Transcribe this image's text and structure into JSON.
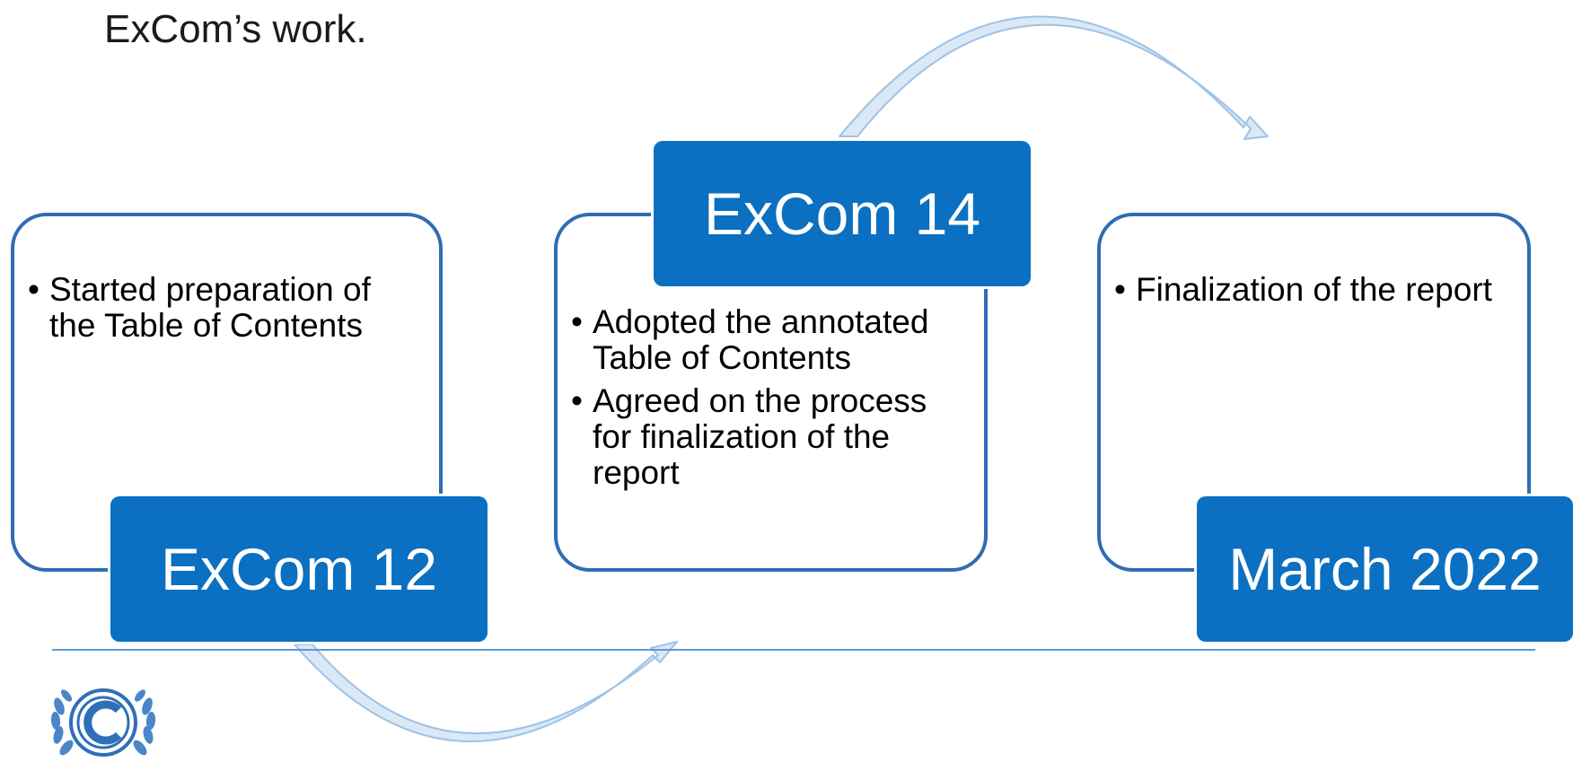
{
  "intro_text": "ExCom’s work.",
  "stages": [
    {
      "label": "ExCom 12",
      "bullets": [
        "Started preparation of the Table of Contents"
      ]
    },
    {
      "label": "ExCom 14",
      "bullets": [
        "Adopted the annotated Table of Contents",
        "Agreed on the process for finalization of the report"
      ]
    },
    {
      "label": "March 2022",
      "bullets": [
        "Finalization of the report"
      ]
    }
  ],
  "colors": {
    "label_fill": "#0b70c1",
    "box_border": "#2e6db4",
    "arrow_fill": "#dbe8f6",
    "arrow_stroke": "#9dc3e6",
    "rule": "#5b9bd5"
  },
  "icons": [
    "curved-arrow-icon",
    "unfccc-logo-icon"
  ]
}
